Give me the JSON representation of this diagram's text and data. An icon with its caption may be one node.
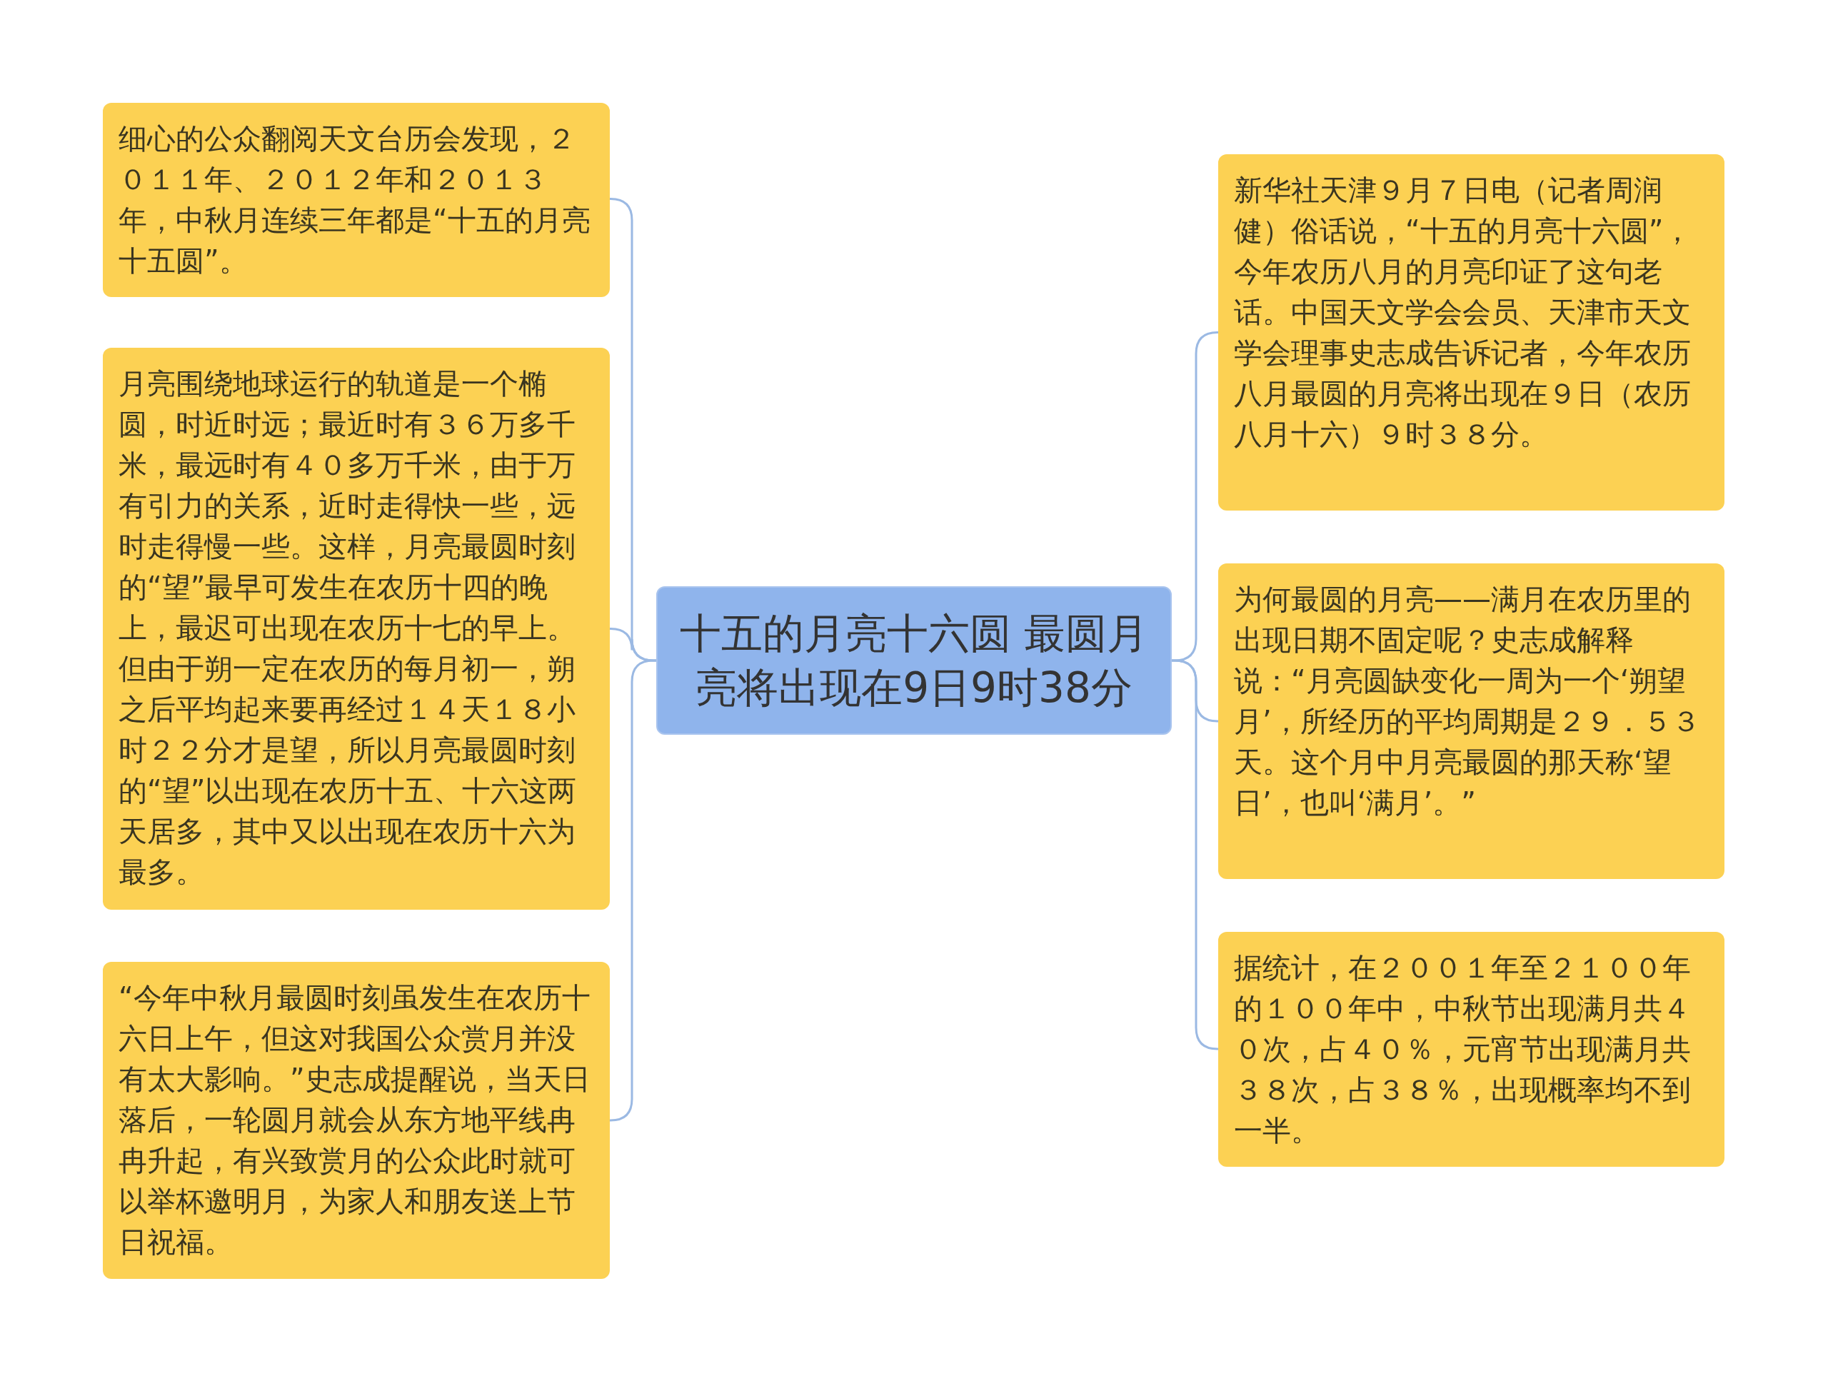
{
  "diagram": {
    "nodes": [
      {
        "text": [
          "十五的月亮十六圆 最圆月亮将出现在9日9时38分"
        ]
      },
      {
        "text": [
          "细心的公众翻阅天文台历会发现，２０１１年、２０１２年和２０１３年，中秋月连续三年都是“十五的月亮十五圆”。"
        ]
      },
      {
        "text": [
          "月亮围绕地球运行的轨道是一个椭圆，时近时远；最近时有３６万多千米，最远时有４０多万千米，由于万有引力的关系，近时走得快一些，远时走得慢一些。这样，月亮最圆时刻的“望”最早可发生在农历十四的晚上，最迟可出现在农历十七的早上。但由于朔一定在农历的每月初一，朔之后平均起来要再经过１４天１８小时２２分才是望，所以月亮最圆时刻的“望”以出现在农历十五、十六这两天居多，其中又以出现在农历十六为最多。"
        ]
      },
      {
        "text": [
          "“今年中秋月最圆时刻虽发生在农历十六日上午，但这对我国公众赏月并没有太大影响。”史志成提醒说，当天日落后，一轮圆月就会从东方地平线冉冉升起，有兴致赏月的公众此时就可以举杯邀明月，为家人和朋友送上节日祝福。"
        ]
      },
      {
        "text": [
          "新华社天津９月７日电（记者周润健）俗话说，“十五的月亮十六圆”，今年农历八月的月亮印证了这句老话。中国天文学会会员、天津市天文学会理事史志成告诉记者，今年农历八月最圆的月亮将出现在９日（农历八月十六）９时３８分。"
        ]
      },
      {
        "text": [
          "为何最圆的月亮——满月在农历里的出现日期不固定呢？史志成解释说：“月亮圆缺变化一周为一个‘朔望月’，所经历的平均周期是２９．５３天。这个月中月亮最圆的那天称‘望日’，也叫‘满月’。”"
        ]
      },
      {
        "text": [
          "据统计，在２００１年至２１００年的１００年中，中秋节出现满月共４０次，占４０％，元宵节出现满月共３８次，占３８％，出现概率均不到一半。"
        ]
      }
    ],
    "edges": [
      {
        "from": 0,
        "to": 1,
        "arrow": "none"
      },
      {
        "from": 0,
        "to": 2,
        "arrow": "none"
      },
      {
        "from": 0,
        "to": 3,
        "arrow": "none"
      },
      {
        "from": 0,
        "to": 4,
        "arrow": "none"
      },
      {
        "from": 0,
        "to": 5,
        "arrow": "none"
      },
      {
        "from": 0,
        "to": 6,
        "arrow": "none"
      }
    ]
  }
}
